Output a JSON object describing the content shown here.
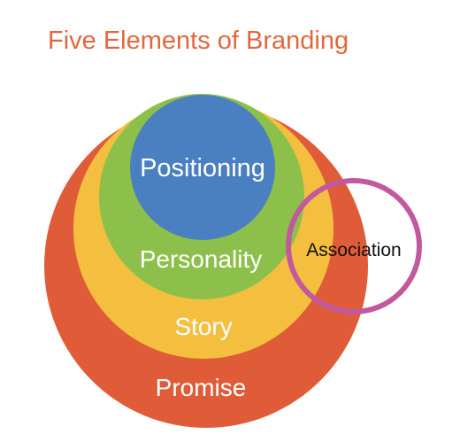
{
  "title": "Five Elements of Branding",
  "rings": [
    {
      "label": "Promise",
      "color": "#e05b38"
    },
    {
      "label": "Story",
      "color": "#f4bf3e"
    },
    {
      "label": "Personality",
      "color": "#8dc04a"
    },
    {
      "label": "Positioning",
      "color": "#4a7fc1"
    }
  ],
  "overlap": {
    "label": "Association",
    "ring_color": "#c2589e"
  },
  "title_color": "#e3673d"
}
